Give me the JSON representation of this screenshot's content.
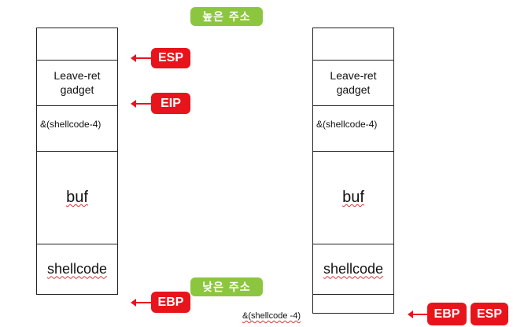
{
  "labels": {
    "high_address": "높은 주소",
    "low_address": "낮은 주소"
  },
  "left_stack": {
    "cells": [
      "",
      "Leave-ret\ngadget",
      "&(shellcode-4)",
      "buf",
      "shellcode"
    ]
  },
  "right_stack": {
    "cells": [
      "",
      "Leave-ret\ngadget",
      "&(shellcode-4)",
      "buf",
      "shellcode",
      ""
    ],
    "bottom_note": "&(shellcode -4)"
  },
  "registers": {
    "left_esp": "ESP",
    "left_eip": "EIP",
    "left_ebp": "EBP",
    "right_ebp": "EBP",
    "right_esp": "ESP"
  },
  "colors": {
    "register_bg": "#e8141c",
    "label_bg": "#8cc63f",
    "squiggle": "#d33"
  }
}
